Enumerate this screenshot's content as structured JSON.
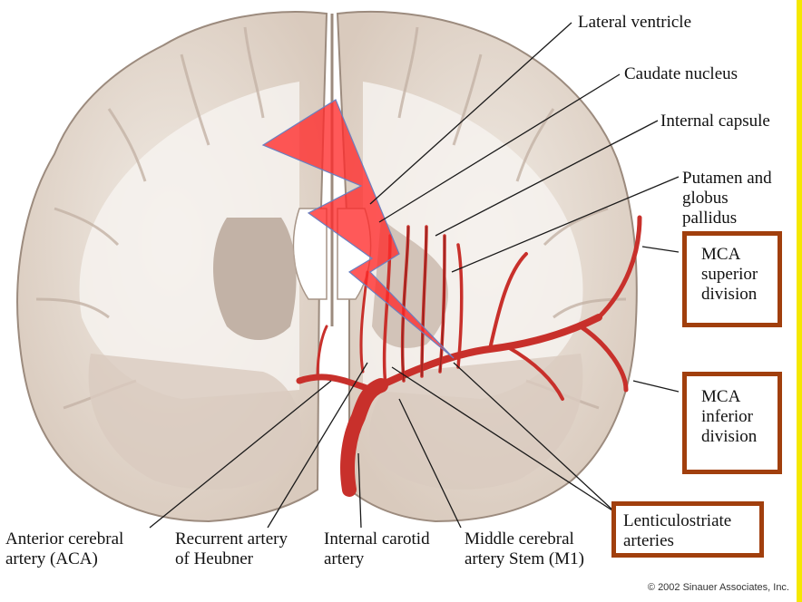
{
  "labels": {
    "lateral_ventricle": "Lateral ventricle",
    "caudate_nucleus": "Caudate nucleus",
    "internal_capsule": "Internal capsule",
    "putamen_globus_pallidus": "Putamen and\nglobus\npallidus",
    "mca_superior": "MCA\nsuperior\ndivision",
    "mca_inferior": "MCA\ninferior\ndivision",
    "lenticulostriate": "Lenticulostriate\narteries",
    "aca": "Anterior cerebral\nartery (ACA)",
    "recurrent_heubner": "Recurrent artery\nof Heubner",
    "internal_carotid": "Internal carotid\nartery",
    "mca_stem": "Middle cerebral\nartery Stem (M1)"
  },
  "copyright": "© 2002 Sinauer Associates, Inc.",
  "colors": {
    "box_border": "#a13f0d",
    "artery": "#c8302b",
    "lightning": "#ff2a2a",
    "brain_tissue": "#e8ddd3",
    "yellow_border": "#f5e800"
  }
}
